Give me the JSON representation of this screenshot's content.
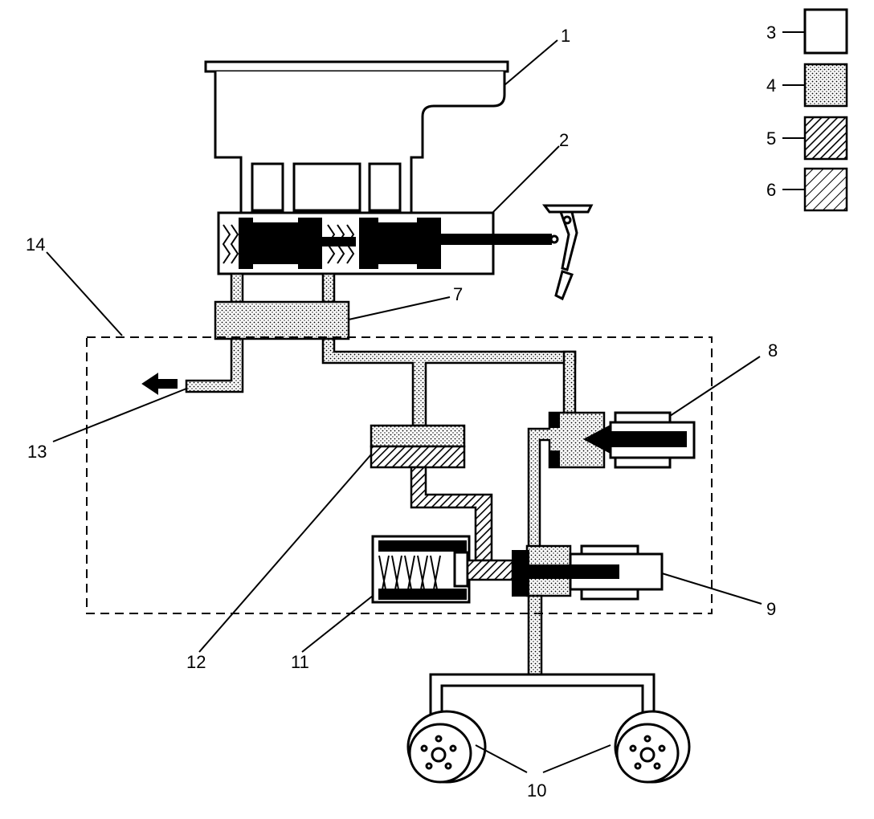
{
  "diagram": {
    "callouts": [
      "1",
      "2",
      "3",
      "4",
      "5",
      "6",
      "7",
      "8",
      "9",
      "10",
      "11",
      "12",
      "13",
      "14"
    ],
    "legend": [
      {
        "callout": "3",
        "pattern": "clear"
      },
      {
        "callout": "4",
        "pattern": "dotted"
      },
      {
        "callout": "5",
        "pattern": "dense-hatch"
      },
      {
        "callout": "6",
        "pattern": "light-hatch"
      }
    ],
    "colors": {
      "ink": "#000000",
      "paper": "#ffffff"
    }
  }
}
